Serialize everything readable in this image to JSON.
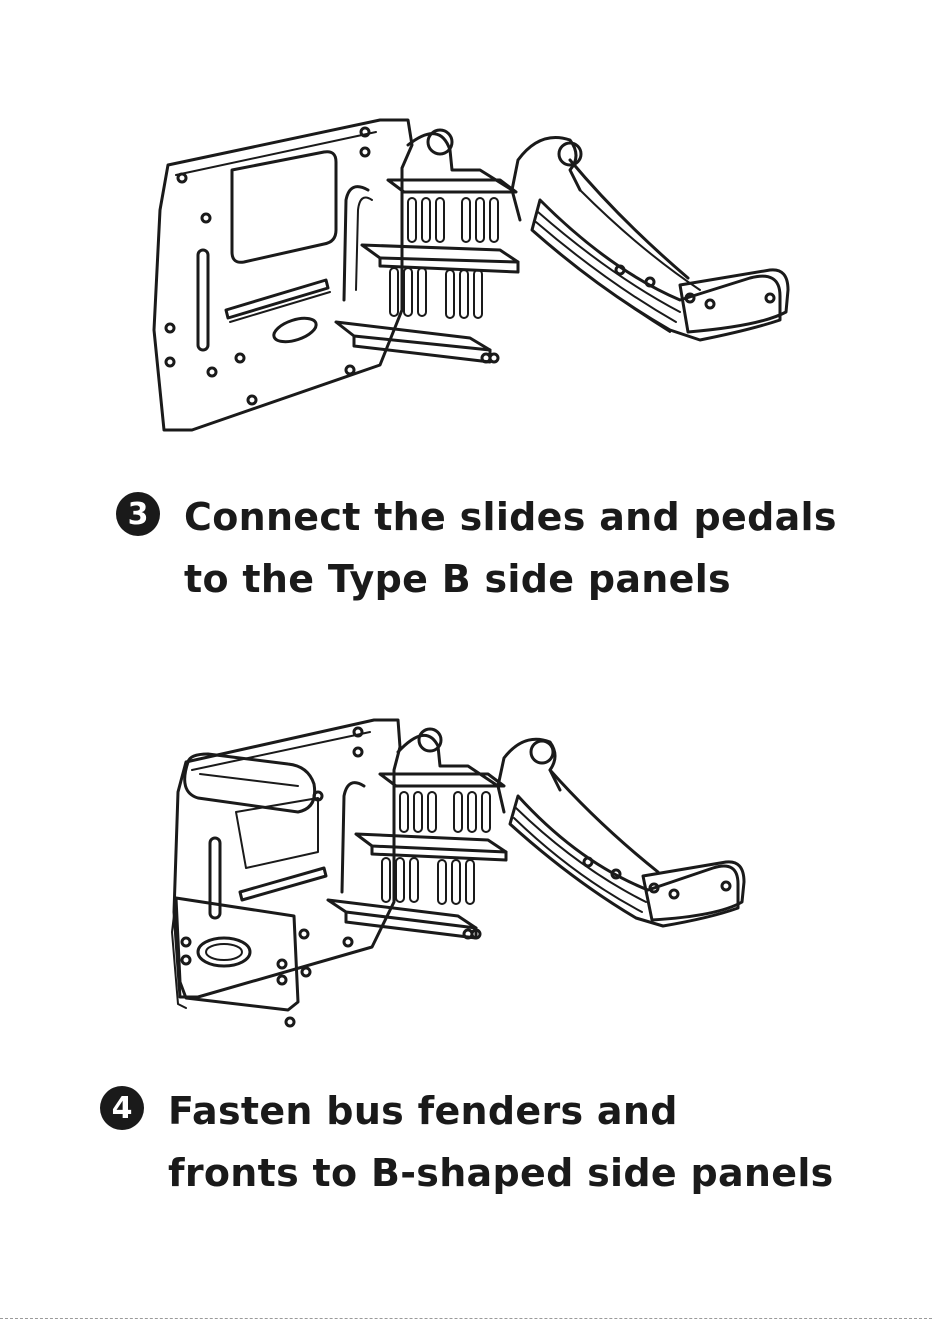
{
  "steps": [
    {
      "number": "3",
      "lines": [
        "Connect the slides and pedals",
        "to the Type B side panels"
      ],
      "illustration_icon": "slide-pedal-assembly-illustration"
    },
    {
      "number": "4",
      "lines": [
        "Fasten bus fenders and",
        "fronts to B-shaped side panels"
      ],
      "illustration_icon": "bus-fender-assembly-illustration"
    }
  ],
  "colors": {
    "ink": "#1a1a1a",
    "paper": "#ffffff"
  }
}
